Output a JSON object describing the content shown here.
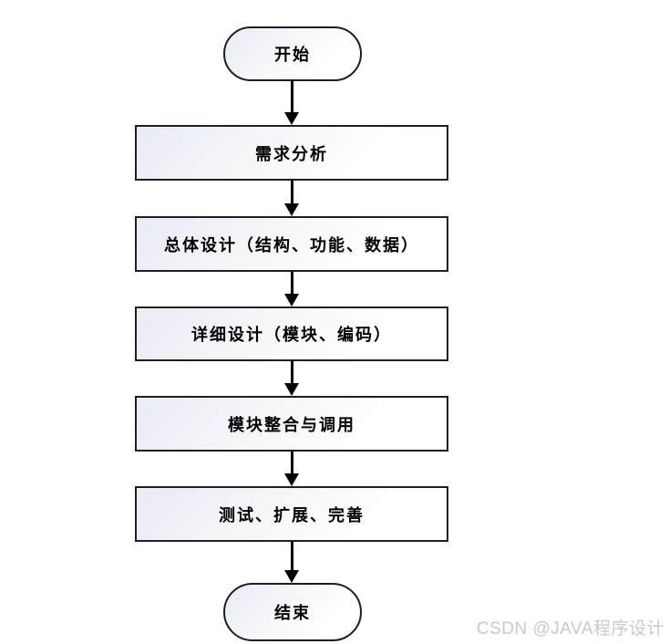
{
  "diagram": {
    "type": "flowchart",
    "direction": "top-down",
    "nodes": [
      {
        "id": "start",
        "shape": "terminator",
        "label": "开始"
      },
      {
        "id": "requirements",
        "shape": "process",
        "label": "需求分析"
      },
      {
        "id": "overall-design",
        "shape": "process",
        "label": "总体设计（结构、功能、数据）"
      },
      {
        "id": "detailed-design",
        "shape": "process",
        "label": "详细设计（模块、编码）"
      },
      {
        "id": "module-integration",
        "shape": "process",
        "label": "模块整合与调用"
      },
      {
        "id": "testing",
        "shape": "process",
        "label": "测试、扩展、完善"
      },
      {
        "id": "end",
        "shape": "terminator",
        "label": "结束"
      }
    ],
    "edges": [
      {
        "from": "start",
        "to": "requirements"
      },
      {
        "from": "requirements",
        "to": "overall-design"
      },
      {
        "from": "overall-design",
        "to": "detailed-design"
      },
      {
        "from": "detailed-design",
        "to": "module-integration"
      },
      {
        "from": "module-integration",
        "to": "testing"
      },
      {
        "from": "testing",
        "to": "end"
      }
    ]
  },
  "watermark": {
    "text": "CSDN @JAVA程序设计"
  },
  "colors": {
    "background": "#ffffff",
    "node_border": "#1f1f1f",
    "node_fill_top": "#e8ecf3",
    "node_fill_bottom": "#ffffff",
    "arrow": "#000000",
    "text": "#000000",
    "watermark": "#c9c9c9"
  }
}
